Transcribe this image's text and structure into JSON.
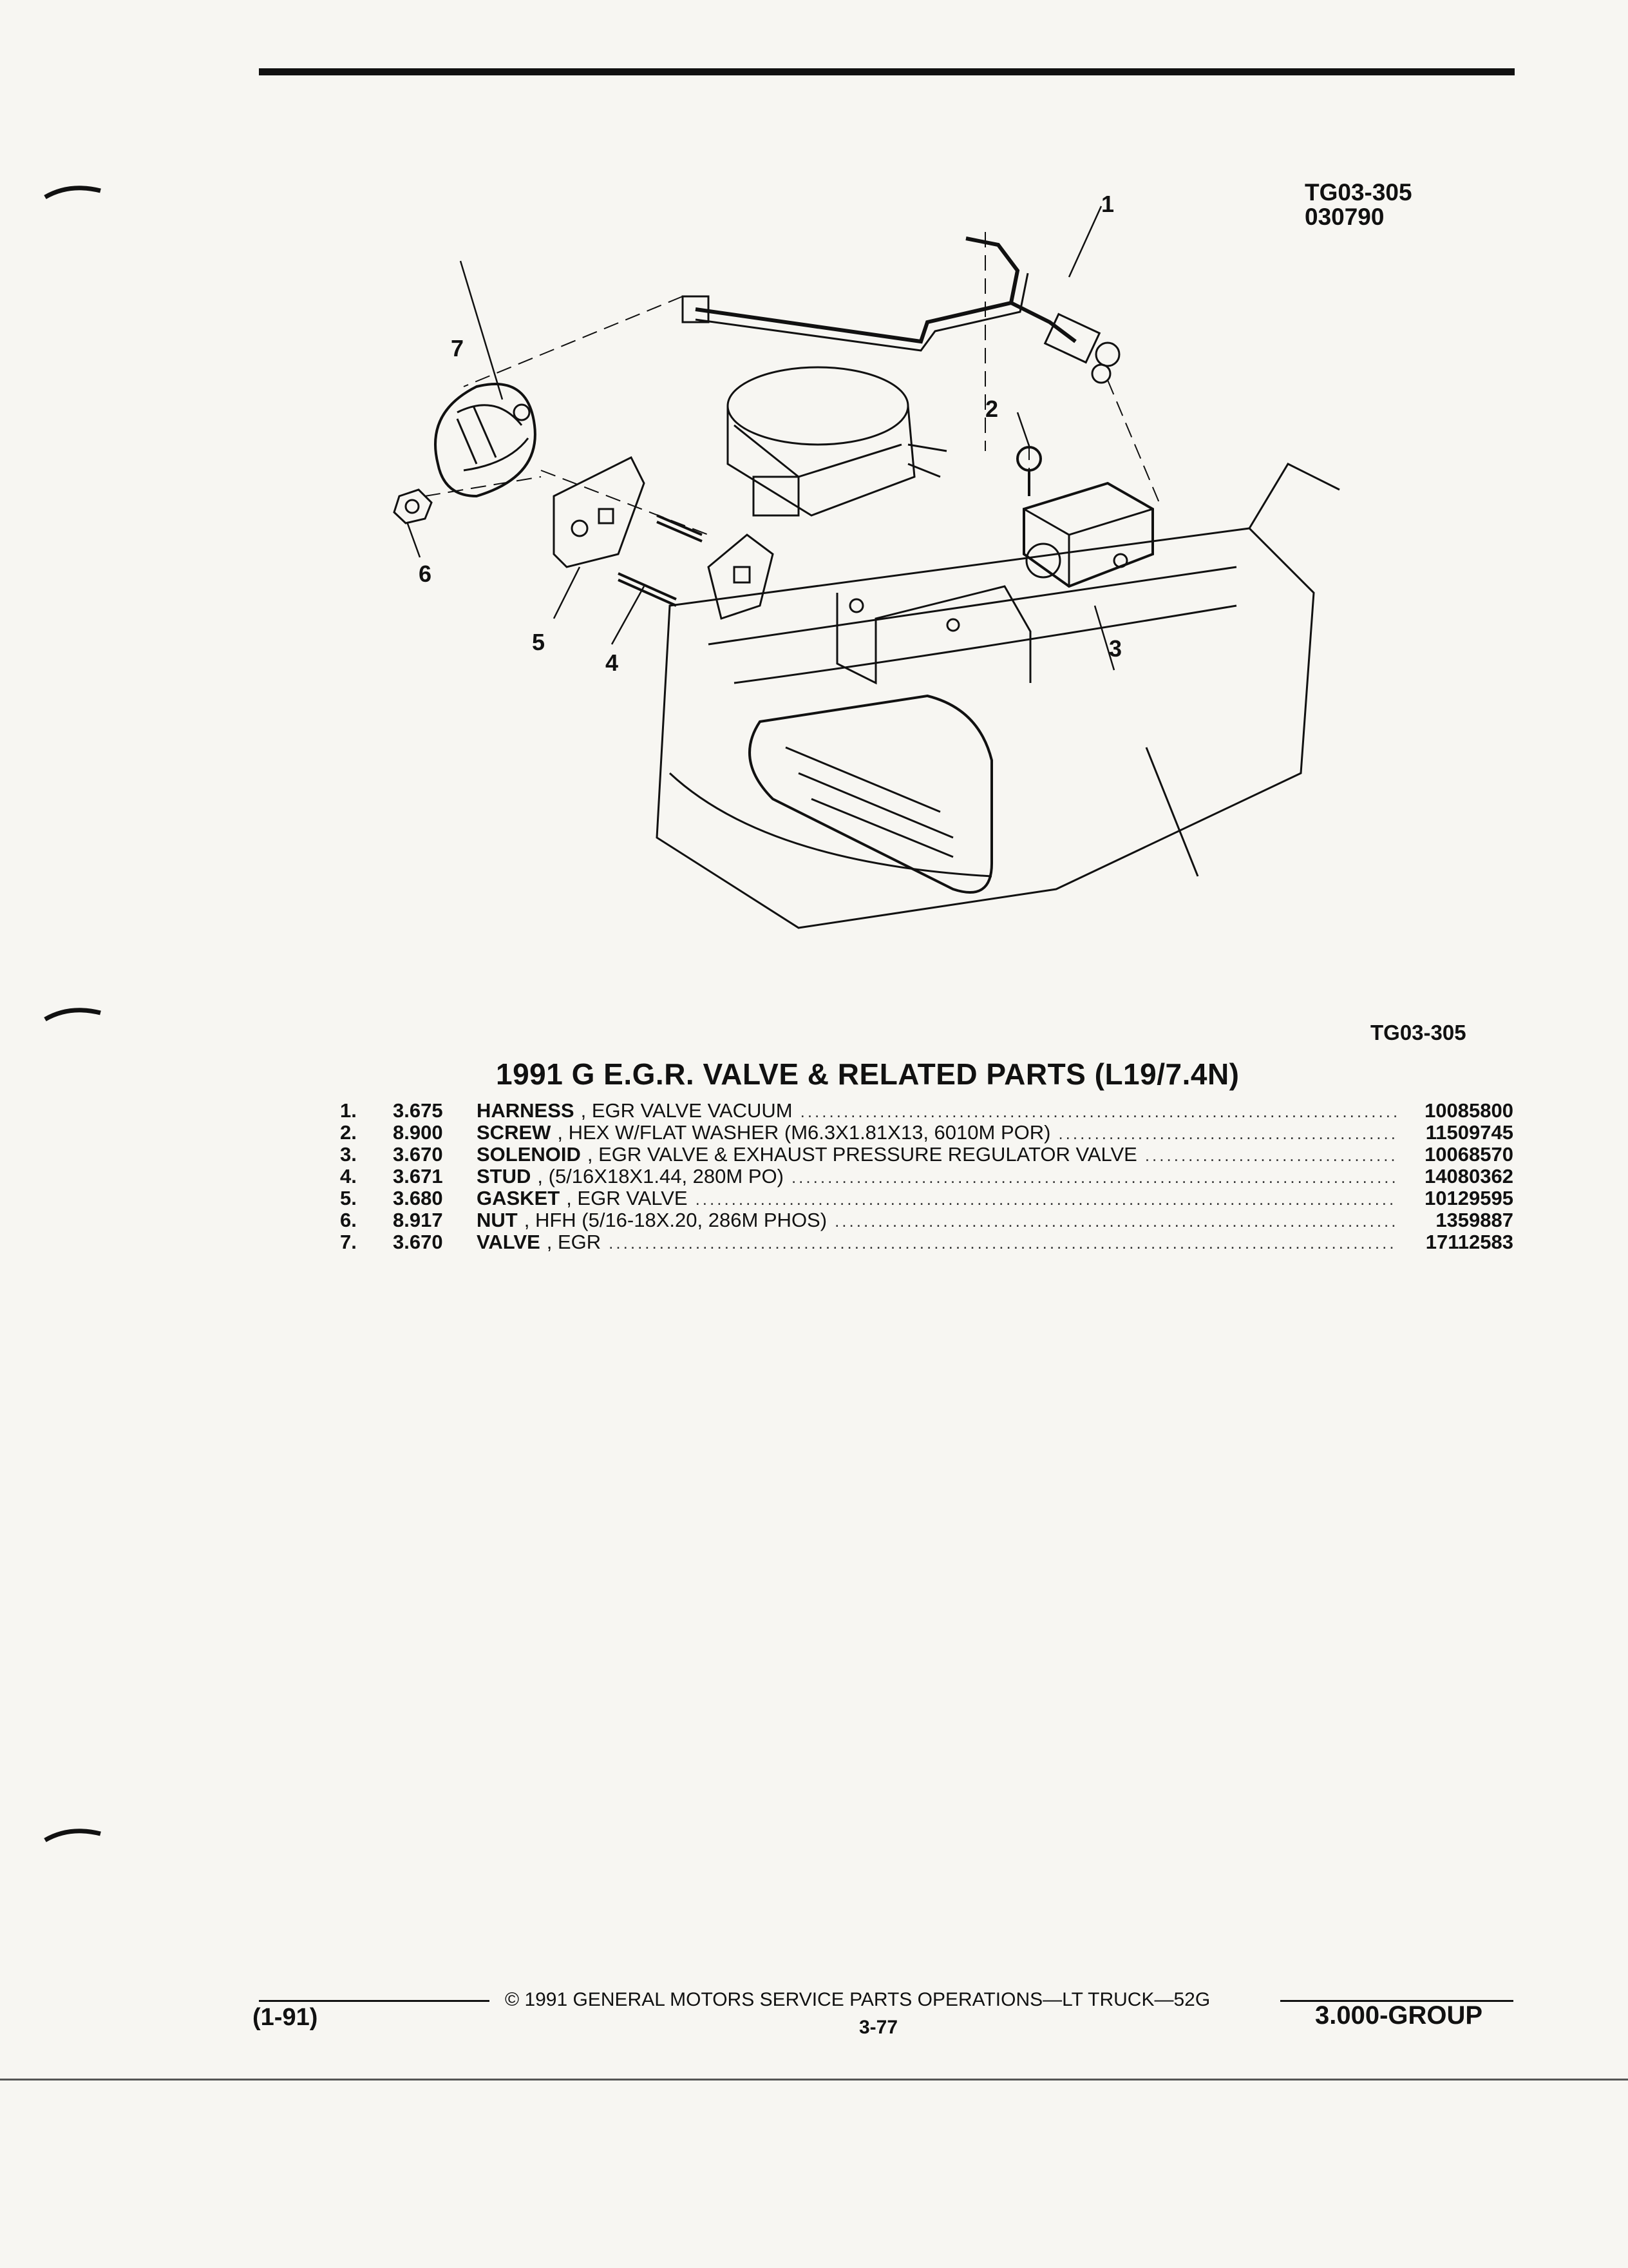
{
  "header": {
    "figure_code": "TG03-305",
    "figure_date": "030790"
  },
  "diagram": {
    "callouts": [
      "1",
      "2",
      "3",
      "4",
      "5",
      "6",
      "7"
    ]
  },
  "figure_ref": "TG03-305",
  "title": "1991 G E.G.R. VALVE & RELATED PARTS (L19/7.4N)",
  "parts": [
    {
      "num": "1.",
      "group": "3.675",
      "name": "HARNESS",
      "desc": ", EGR VALVE VACUUM",
      "part_no": "10085800"
    },
    {
      "num": "2.",
      "group": "8.900",
      "name": "SCREW",
      "desc": ", HEX W/FLAT WASHER (M6.3X1.81X13, 6010M POR)",
      "part_no": "11509745"
    },
    {
      "num": "3.",
      "group": "3.670",
      "name": "SOLENOID",
      "desc": ", EGR VALVE & EXHAUST PRESSURE REGULATOR VALVE",
      "part_no": "10068570"
    },
    {
      "num": "4.",
      "group": "3.671",
      "name": "STUD",
      "desc": ", (5/16X18X1.44, 280M PO)",
      "part_no": "14080362"
    },
    {
      "num": "5.",
      "group": "3.680",
      "name": "GASKET",
      "desc": ", EGR VALVE",
      "part_no": "10129595"
    },
    {
      "num": "6.",
      "group": "8.917",
      "name": "NUT",
      "desc": ", HFH (5/16-18X.20, 286M PHOS)",
      "part_no": "1359887"
    },
    {
      "num": "7.",
      "group": "3.670",
      "name": "VALVE",
      "desc": ", EGR",
      "part_no": "17112583"
    }
  ],
  "footer": {
    "copyright": "© 1991 GENERAL MOTORS SERVICE PARTS OPERATIONS—LT TRUCK—52G",
    "revision": "(1-91)",
    "page": "3-77",
    "group": "3.000-GROUP"
  }
}
